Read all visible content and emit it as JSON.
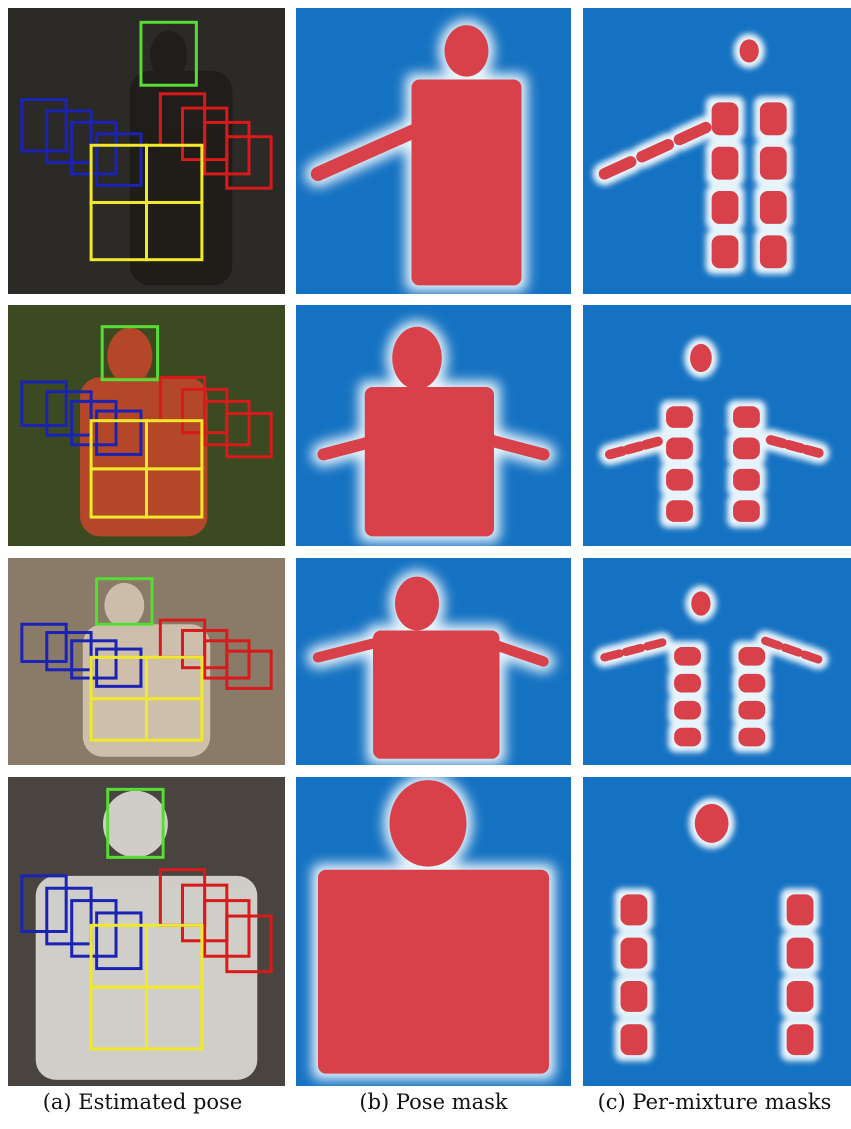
{
  "captions": {
    "a": "(a) Estimated pose",
    "b": "(b) Pose mask",
    "c": "(c) Per-mixture masks"
  },
  "colors": {
    "background_blue": "#1572c2",
    "mask_red": "#d8404a",
    "mask_glow": "#e8f4fb",
    "box_head": "#55dd33",
    "box_right_arm": "#1b23b5",
    "box_left_arm": "#d81a1a",
    "box_torso_legs": "#f0e82a"
  },
  "rows": [
    {
      "pose": "arms-extended-left"
    },
    {
      "pose": "arms-out"
    },
    {
      "pose": "arms-out"
    },
    {
      "pose": "arms-on-rail"
    }
  ]
}
